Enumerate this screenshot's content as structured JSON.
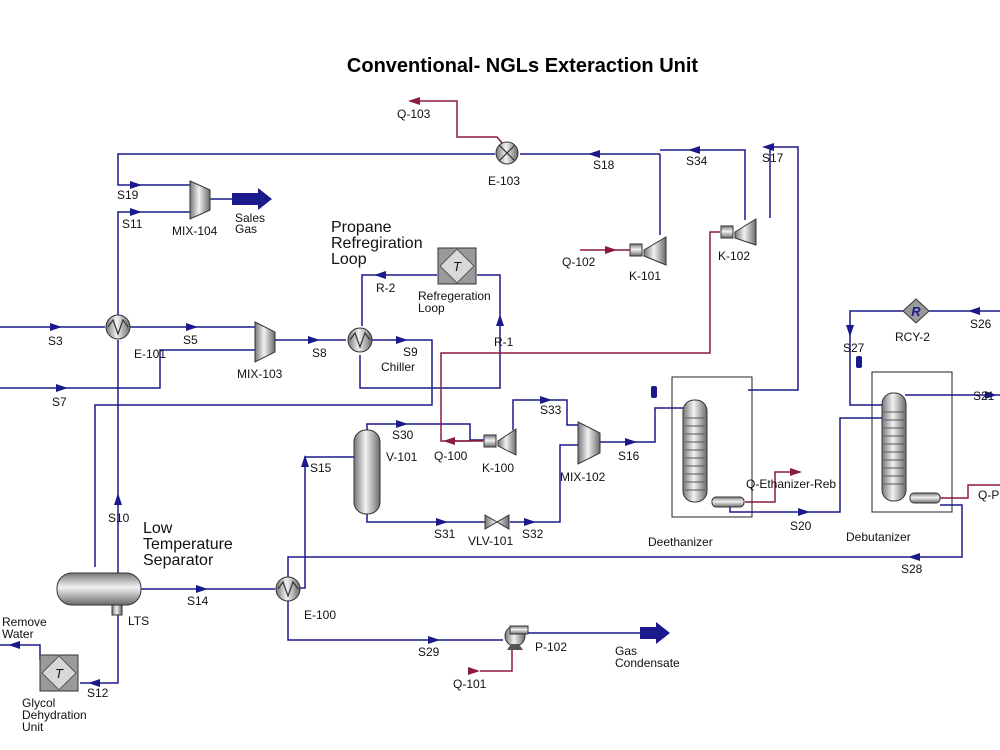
{
  "title": "Conventional- NGLs Exteraction Unit",
  "colors": {
    "material": "#1a1a8c",
    "energy": "#8b1c3f"
  },
  "regions": {
    "propane_loop": [
      "Propane",
      "Refregiration",
      "Loop"
    ],
    "lts": [
      "Low",
      "Temperature",
      "Separator"
    ]
  },
  "units": {
    "e103": "E-103",
    "mix104": "MIX-104",
    "e101": "E-101",
    "mix103": "MIX-103",
    "chiller": "Chiller",
    "refloop": [
      "Refregeration",
      "Loop"
    ],
    "k101": "K-101",
    "k102": "K-102",
    "v101": "V-101",
    "k100": "K-100",
    "mix102": "MIX-102",
    "vlv101": "VLV-101",
    "deethanizer": "Deethanizer",
    "debutanizer": "Debutanizer",
    "rcy2": "RCY-2",
    "lts": "LTS",
    "e100": "E-100",
    "p102": "P-102",
    "glycol": [
      "Glycol",
      "Dehydration",
      "Unit"
    ]
  },
  "streams": {
    "q103": "Q-103",
    "s18": "S18",
    "s34": "S34",
    "s17": "S17",
    "s19": "S19",
    "s11": "S11",
    "sales_gas": [
      "Sales",
      "Gas"
    ],
    "q102": "Q-102",
    "r2": "R-2",
    "r1": "R-1",
    "s3": "S3",
    "s5": "S5",
    "s8": "S8",
    "s9": "S9",
    "s7": "S7",
    "s26": "S26",
    "s27": "S27",
    "s21": "S21",
    "s30": "S30",
    "s33": "S33",
    "q100": "Q-100",
    "s15": "S15",
    "s16": "S16",
    "q_eth_reb": "Q-Ethanizer-Reb",
    "q_p": "Q-P",
    "s10": "S10",
    "s31": "S31",
    "s32": "S32",
    "s20": "S20",
    "s28": "S28",
    "s14": "S14",
    "remove_water": [
      "Remove",
      "Water"
    ],
    "s29": "S29",
    "gas_condensate": [
      "Gas",
      "Condensate"
    ],
    "q101": "Q-101",
    "s12": "S12"
  },
  "icons": {
    "heat_exchanger": "heat-exchanger-icon",
    "mixer": "mixer-icon",
    "compressor": "compressor-icon",
    "valve": "valve-icon",
    "pump": "pump-icon",
    "column": "distillation-column-icon",
    "separator": "separator-vessel-icon",
    "recycle": "recycle-icon",
    "subflowsheet": "template-icon"
  }
}
